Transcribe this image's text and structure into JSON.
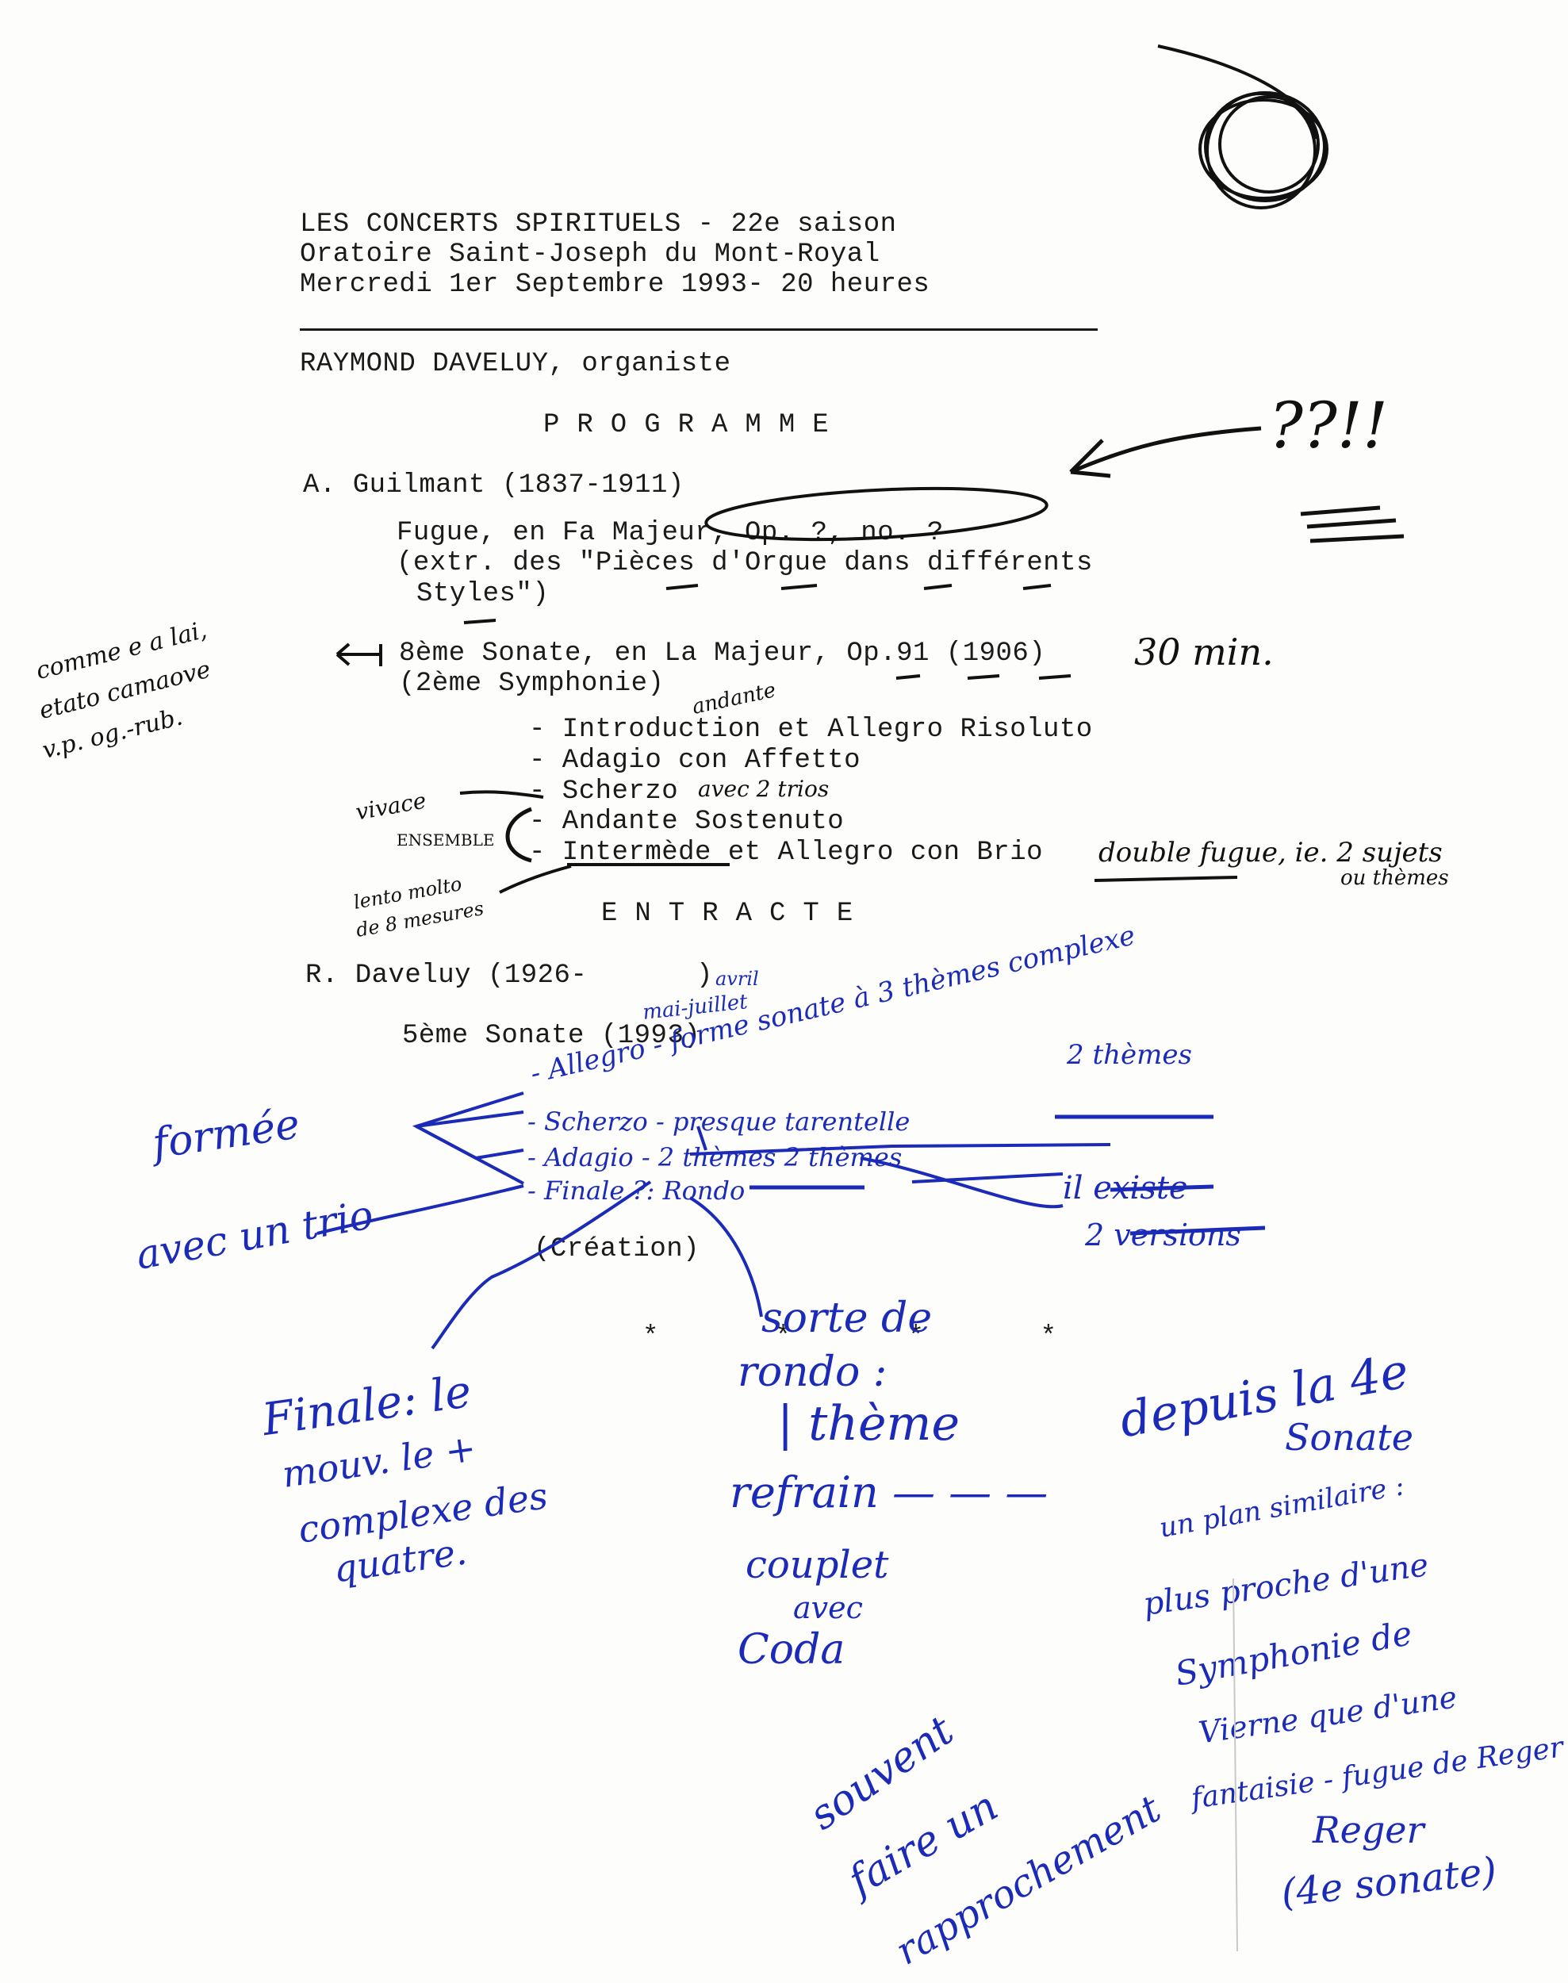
{
  "header": {
    "line1": "LES CONCERTS SPIRITUELS - 22e saison",
    "line2": "Oratoire Saint-Joseph du Mont-Royal",
    "line3": "Mercredi 1er Septembre 1993- 20 heures"
  },
  "performer": "RAYMOND DAVELUY, organiste",
  "programme_heading": "PROGRAMME",
  "guilmant": {
    "composer": "A. Guilmant (1837-1911)",
    "fugue_line1": "Fugue, en Fa Majeur, Op. ?, no. ?",
    "fugue_line2": "(extr. des \"Pièces d'Orgue dans différents",
    "fugue_line3": "Styles\")",
    "sonata_line1": "8ème Sonate, en La Majeur, Op.91 (1906)",
    "sonata_line2": "(2ème Symphonie)",
    "movements": [
      "- Introduction et Allegro Risoluto",
      "- Adagio con Affetto",
      "- Scherzo",
      "- Andante Sostenuto",
      "- Intermède et Allegro con Brio"
    ]
  },
  "entracte": "ENTRACTE",
  "daveluy": {
    "composer": "R. Daveluy (1926-",
    "composer_close": ")",
    "sonata": "5ème Sonate (1993)",
    "creation": "(Création)",
    "stars": "*       *       *       *"
  },
  "annotations_black": {
    "left_margin": [
      "comme e a lai,",
      "etato camaove",
      "v.p. og.-rub."
    ],
    "time": "30 min.",
    "andante": "andante",
    "vivace": "vivace",
    "ensemble": "ENSEMBLE",
    "avec_trios": "avec 2 trios",
    "lento": [
      "lento molto",
      "de 8 mesures"
    ],
    "double_fugue": "double fugue, ie. 2 sujets",
    "ou_themes": "ou thèmes",
    "question_marks": "??!!"
  },
  "annotations_blue": {
    "avril": "avril",
    "mai_juillet": "mai-juillet",
    "allegro": "- Allegro - forme sonate à 3 thèmes complexe",
    "deux_themes": "2 thèmes",
    "scherzo": "- Scherzo - presque tarentelle",
    "adagio": "- Adagio - 2 thèmes 2 thèmes",
    "finale": "- Finale ?: Rondo",
    "formee": "formée",
    "avec_trio": "avec un trio",
    "il_existe": "il existe",
    "deux_versions": "2 versions",
    "sorte_de": [
      "sorte de",
      "rondo :"
    ],
    "theme": "| thème",
    "refrain": "refrain — — —",
    "couplet": [
      "couplet",
      "avec",
      "Coda"
    ],
    "finale_note": [
      "Finale: le",
      "mouv. le +",
      "complexe des",
      "quatre."
    ],
    "depuis": [
      "depuis la 4e",
      "Sonate",
      "un plan similaire :",
      "plus proche d'une",
      "Symphonie de",
      "Vierne que d'une",
      "fantaisie - fugue de Reger",
      "Reger",
      "(4e sonate)"
    ],
    "souvent": [
      "souvent",
      "faire un",
      "rapprochement"
    ]
  }
}
